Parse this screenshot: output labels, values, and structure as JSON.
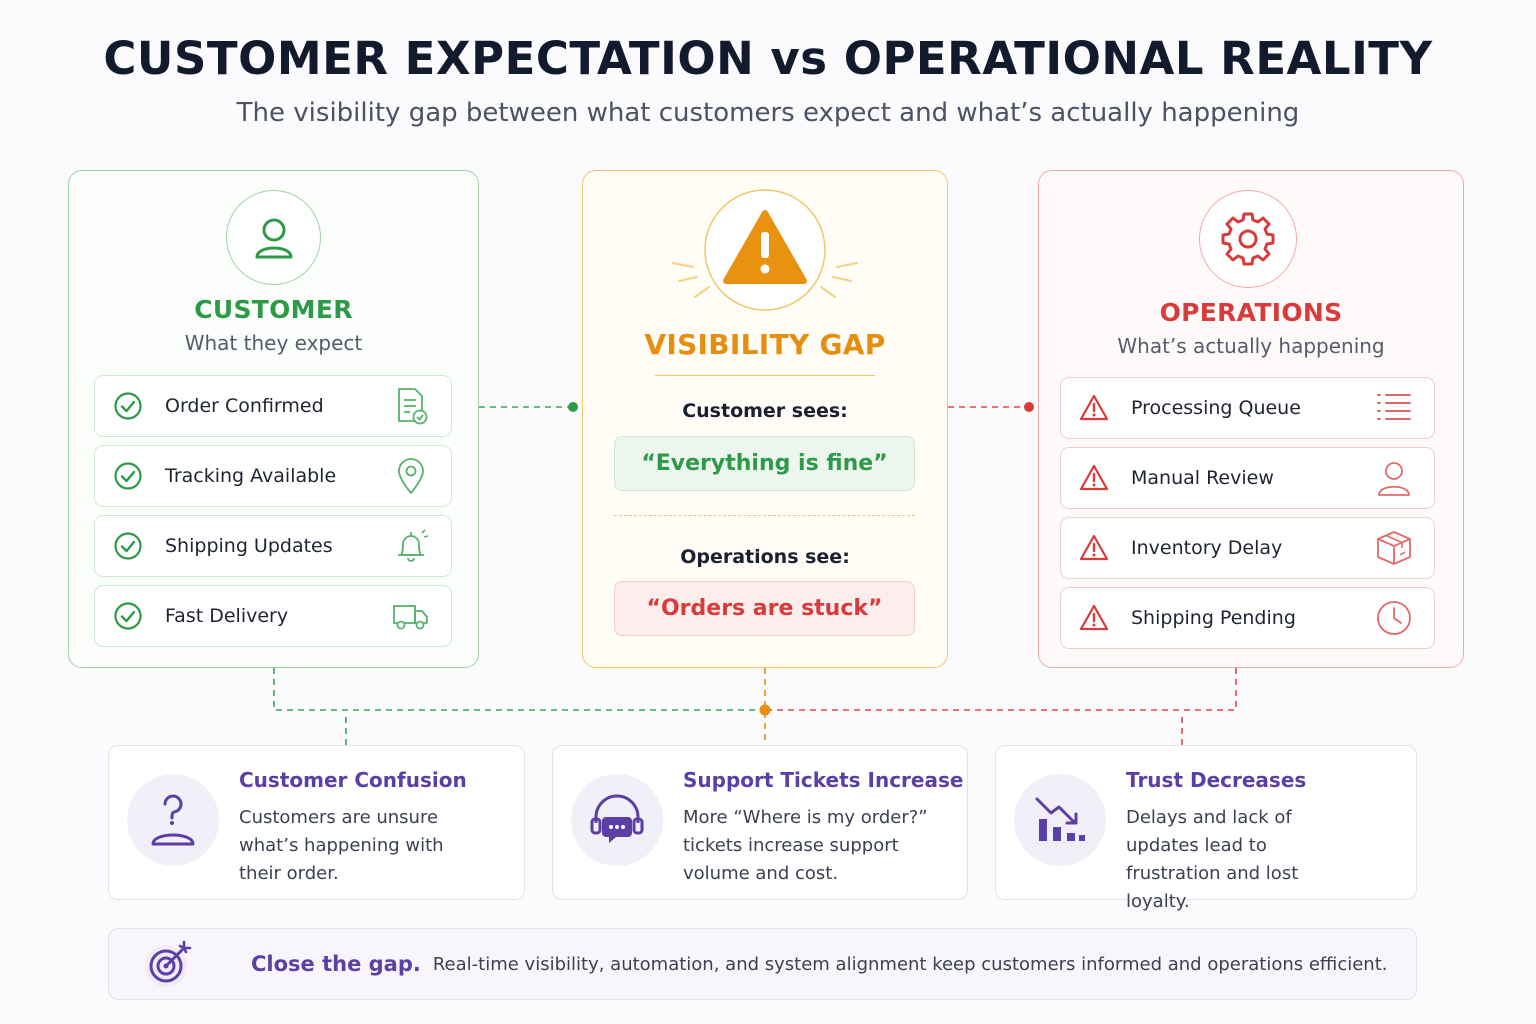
{
  "title": "CUSTOMER EXPECTATION vs OPERATIONAL REALITY",
  "subtitle": "The visibility gap between what customers expect and what’s actually happening",
  "colors": {
    "customer": "#2e9a48",
    "gap": "#e58e0f",
    "operations": "#d93b3b",
    "purple": "#5c3fa4"
  },
  "customer": {
    "title": "CUSTOMER",
    "subtitle": "What they expect",
    "icon": "user-icon",
    "items": [
      {
        "label": "Order Confirmed",
        "icon": "document-check-icon"
      },
      {
        "label": "Tracking Available",
        "icon": "map-pin-icon"
      },
      {
        "label": "Shipping Updates",
        "icon": "bell-icon"
      },
      {
        "label": "Fast Delivery",
        "icon": "truck-icon"
      }
    ]
  },
  "gap": {
    "title": "VISIBILITY GAP",
    "icon": "warning-icon",
    "customer_label": "Customer sees:",
    "customer_quote": "“Everything is fine”",
    "operations_label": "Operations see:",
    "operations_quote": "“Orders are stuck”"
  },
  "operations": {
    "title": "OPERATIONS",
    "subtitle": "What’s actually happening",
    "icon": "gear-icon",
    "items": [
      {
        "label": "Processing Queue",
        "icon": "list-icon"
      },
      {
        "label": "Manual Review",
        "icon": "user-icon"
      },
      {
        "label": "Inventory Delay",
        "icon": "package-icon"
      },
      {
        "label": "Shipping Pending",
        "icon": "clock-icon"
      }
    ]
  },
  "consequences": [
    {
      "title": "Customer Confusion",
      "desc": "Customers are unsure what’s happening with their order.",
      "icon": "confused-person-icon"
    },
    {
      "title": "Support Tickets Increase",
      "desc": "More “Where is my order?” tickets increase support volume and cost.",
      "icon": "headset-icon"
    },
    {
      "title": "Trust Decreases",
      "desc": "Delays and lack of updates lead to frustration and lost loyalty.",
      "icon": "declining-chart-icon"
    }
  ],
  "footer": {
    "strong": "Close the gap.",
    "text": "Real-time visibility, automation, and system alignment keep customers informed and operations efficient.",
    "icon": "target-icon"
  }
}
